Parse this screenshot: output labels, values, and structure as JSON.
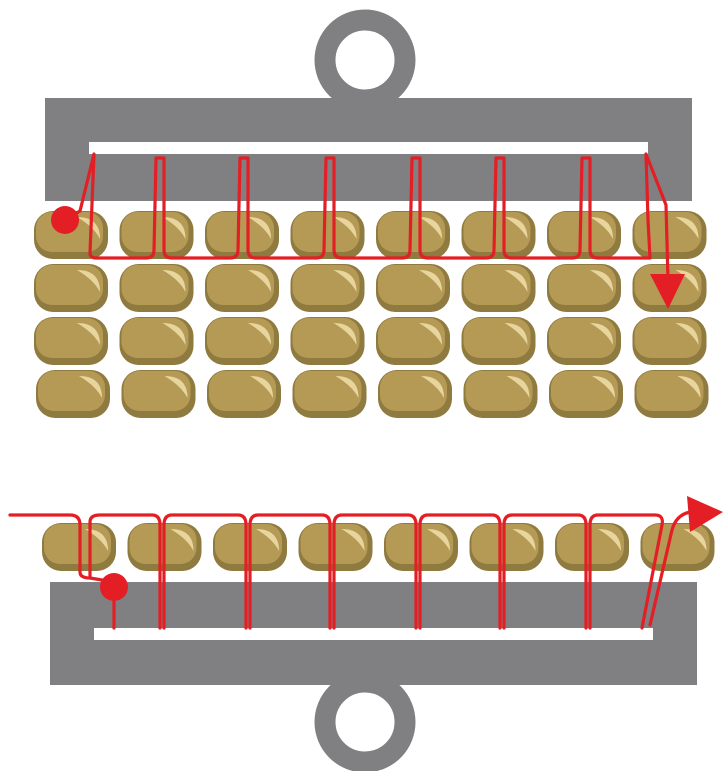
{
  "colors": {
    "background": "#ffffff",
    "bar_fill": "#808083",
    "slot_fill": "#ffffff",
    "bead_shadow": "#8f7a3f",
    "bead_body": "#b59a56",
    "bead_highlight": "#e8d59d",
    "thread": "#e31e24"
  },
  "top_component": {
    "name": "top-clasp",
    "bead_rows": 4,
    "beads_per_row": 8,
    "thread_start_marker": "dot",
    "thread_end_marker": "arrow-down"
  },
  "bottom_component": {
    "name": "bottom-clasp",
    "bead_rows": 1,
    "beads_per_row": 8,
    "thread_start_marker": "dot",
    "thread_end_marker": "arrow-right"
  },
  "icons": {
    "top_loop": "ring-loop-icon",
    "bottom_loop": "ring-loop-icon",
    "start_marker": "thread-start-dot-icon",
    "end_arrow": "arrow-icon"
  }
}
